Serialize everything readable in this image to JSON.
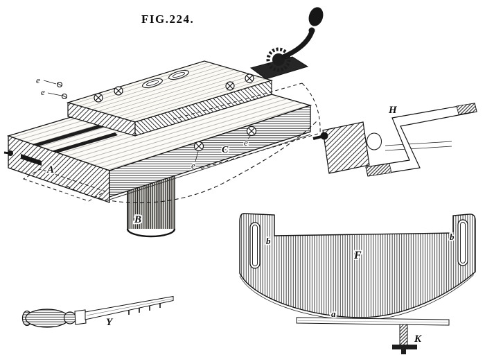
{
  "figure": {
    "title": "FIG.224.",
    "labels": {
      "A": "A",
      "B": "B",
      "C": "C",
      "e1": "e",
      "e2": "e",
      "e3": "e",
      "e4": "e",
      "H": "H",
      "F": "F",
      "b_left": "b",
      "b_right": "b",
      "a": "a",
      "K": "K",
      "Y": "Y"
    }
  }
}
